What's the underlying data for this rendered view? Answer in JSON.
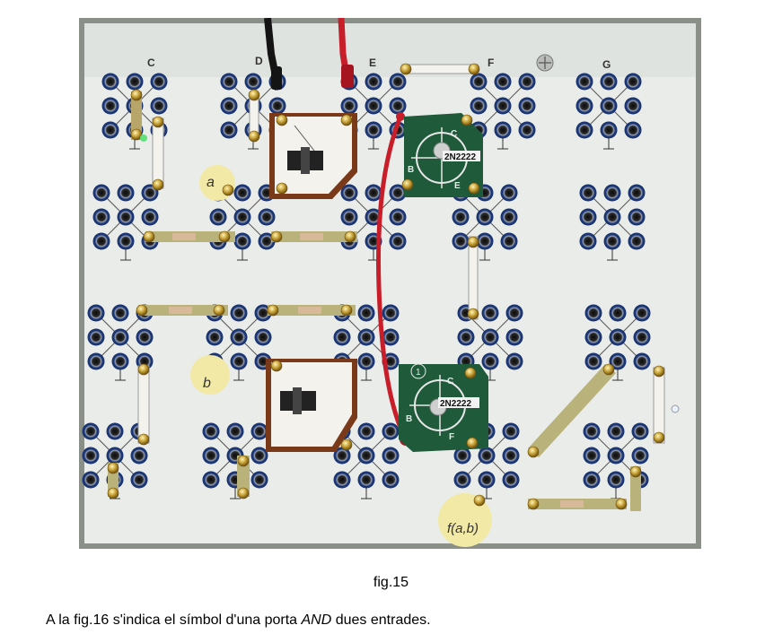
{
  "photo": {
    "column_labels": [
      "C",
      "D",
      "E",
      "F",
      "G"
    ],
    "transistor_1_label": "2N2222",
    "transistor_2_label": "2N2222",
    "transistor_2_number": "1",
    "pin_c": "C",
    "pin_b": "B",
    "pin_e": "E",
    "pin_f": "F",
    "tag_a": "a",
    "tag_b": "b",
    "tag_output": "f(a,b)",
    "colors": {
      "board": "#e9ece9",
      "frame": "#8a8f88",
      "socket_ring": "#1f3a7a",
      "pcb": "#1f5a3a",
      "wire_red": "#c81e2a",
      "wire_black": "#141414",
      "brass": "#c9a43a",
      "tag": "#f3e9a6"
    }
  },
  "caption": "fig.15",
  "paragraph": {
    "before": "A la fig.16 s'indica el símbol d'una porta ",
    "emph": "AND",
    "after": " dues entrades."
  }
}
